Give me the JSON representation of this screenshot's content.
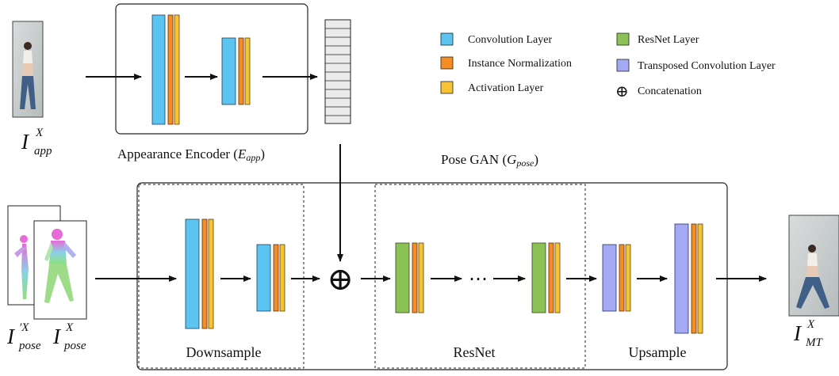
{
  "legend": {
    "conv": {
      "label": "Convolution Layer",
      "color": "#5bc4f1"
    },
    "instnorm": {
      "label": "Instance Normalization",
      "color": "#f58d24"
    },
    "activation": {
      "label": "Activation Layer",
      "color": "#f7c233"
    },
    "resnet": {
      "label": "ResNet Layer",
      "color": "#8cc155"
    },
    "transposed": {
      "label": "Transposed Convolution Layer",
      "color": "#a3a9f2"
    },
    "concat": {
      "label": "Concatenation",
      "symbol": "⊕"
    }
  },
  "appearance_encoder": {
    "label_prefix": "Appearance Encoder (",
    "label_var": "E",
    "label_sub": "app",
    "label_suffix": ")"
  },
  "pose_gan": {
    "label_prefix": "Pose GAN (",
    "label_var": "G",
    "label_sub": "pose",
    "label_suffix": ")"
  },
  "sections": {
    "downsample": "Downsample",
    "resnet": "ResNet",
    "upsample": "Upsample"
  },
  "ellipsis": "⋯",
  "concat_symbol": "⊕",
  "inputs": {
    "app": {
      "var": "I",
      "sup": "X",
      "sub": "app"
    },
    "pose_prev": {
      "var": "I",
      "sup": "′X",
      "sub": "pose"
    },
    "pose": {
      "var": "I",
      "sup": "X",
      "sub": "pose"
    },
    "output": {
      "var": "I",
      "sup": "X",
      "sub": "MT"
    }
  }
}
